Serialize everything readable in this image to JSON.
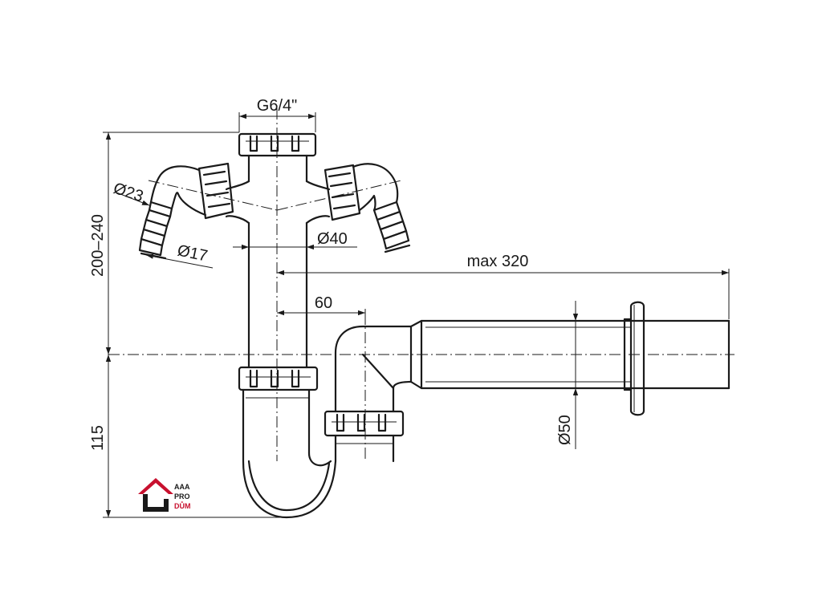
{
  "dimensions": {
    "thread": "G6/4\"",
    "hose_outer": "Ø23",
    "hose_inner": "Ø17",
    "body_diameter": "Ø40",
    "outlet_length": "max 320",
    "offset": "60",
    "outlet_diameter": "Ø50",
    "height_range": "200–240",
    "trap_depth": "115"
  },
  "logo": {
    "line1": "AAA",
    "line2": "PRO",
    "line3": "DŮM",
    "accent_color": "#c8102e"
  }
}
